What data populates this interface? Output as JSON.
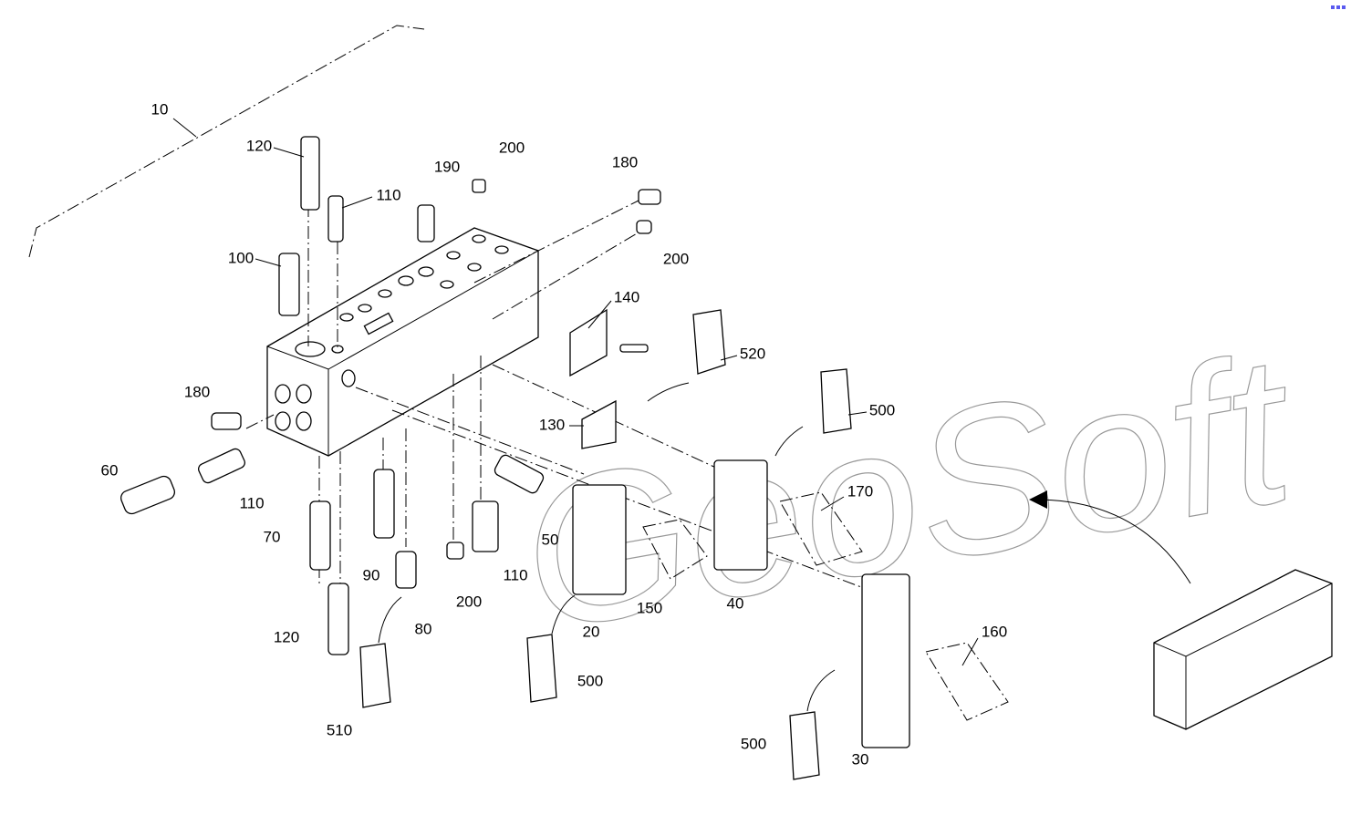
{
  "diagram": {
    "labels": [
      "10",
      "120",
      "110",
      "190",
      "200",
      "180",
      "200",
      "100",
      "140",
      "520",
      "180",
      "130",
      "500",
      "60",
      "110",
      "170",
      "50",
      "70",
      "90",
      "110",
      "200",
      "150",
      "40",
      "120",
      "80",
      "20",
      "160",
      "500",
      "510",
      "500",
      "30"
    ],
    "watermark": "GeoSoft"
  },
  "corner_icons": [
    "view-toggle-icon",
    "more-icon"
  ]
}
